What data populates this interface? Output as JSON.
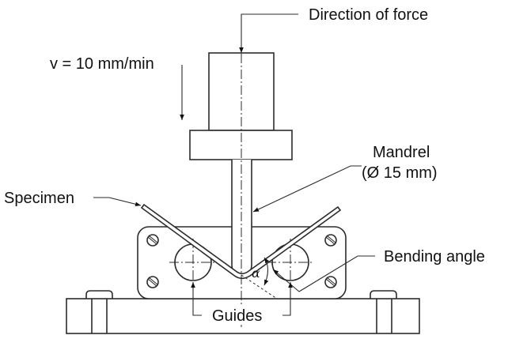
{
  "diagram": {
    "title": "Bending test setup",
    "labels": {
      "direction_of_force": "Direction of force",
      "speed": "v = 10 mm/min",
      "mandrel": "Mandrel",
      "mandrel_diameter": "(Ø 15 mm)",
      "specimen": "Specimen",
      "bending_angle": "Bending angle",
      "alpha": "α",
      "guides": "Guides"
    },
    "components": [
      "ram",
      "ram-flange",
      "mandrel",
      "specimen",
      "guide-plate",
      "guide-rollers",
      "screws",
      "base-block"
    ],
    "colors": {
      "line": "#2b2b2b",
      "text": "#111111",
      "background": "#ffffff"
    }
  }
}
